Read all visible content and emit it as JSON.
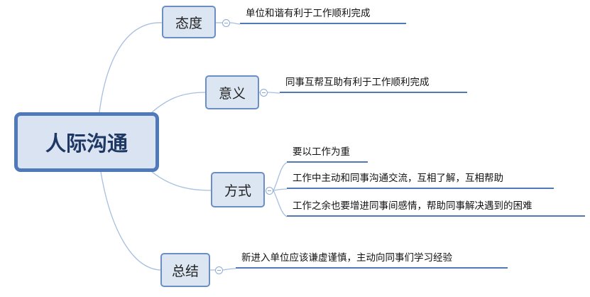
{
  "root": {
    "label": "人际沟通"
  },
  "branches": [
    {
      "id": "attitude",
      "label": "态度",
      "leaves": [
        "单位和谐有利于工作顺利完成"
      ]
    },
    {
      "id": "meaning",
      "label": "意义",
      "leaves": [
        "同事互帮互助有利于工作顺利完成"
      ]
    },
    {
      "id": "method",
      "label": "方式",
      "leaves": [
        "要以工作为重",
        "工作中主动和同事沟通交流，互相了解，互相帮助",
        "工作之余也要增进同事间感情，帮助同事解决遇到的困难"
      ]
    },
    {
      "id": "summary",
      "label": "总结",
      "leaves": [
        "新进入单位应该谦虚谨慎，主动向同事们学习经验"
      ]
    }
  ],
  "colors": {
    "root_border": "#4f79b8",
    "node_fill": "#dce6f2",
    "node_border": "#6b8fc4",
    "connector": "#a7bfe0",
    "leaf_underline": "#4f79b8"
  }
}
